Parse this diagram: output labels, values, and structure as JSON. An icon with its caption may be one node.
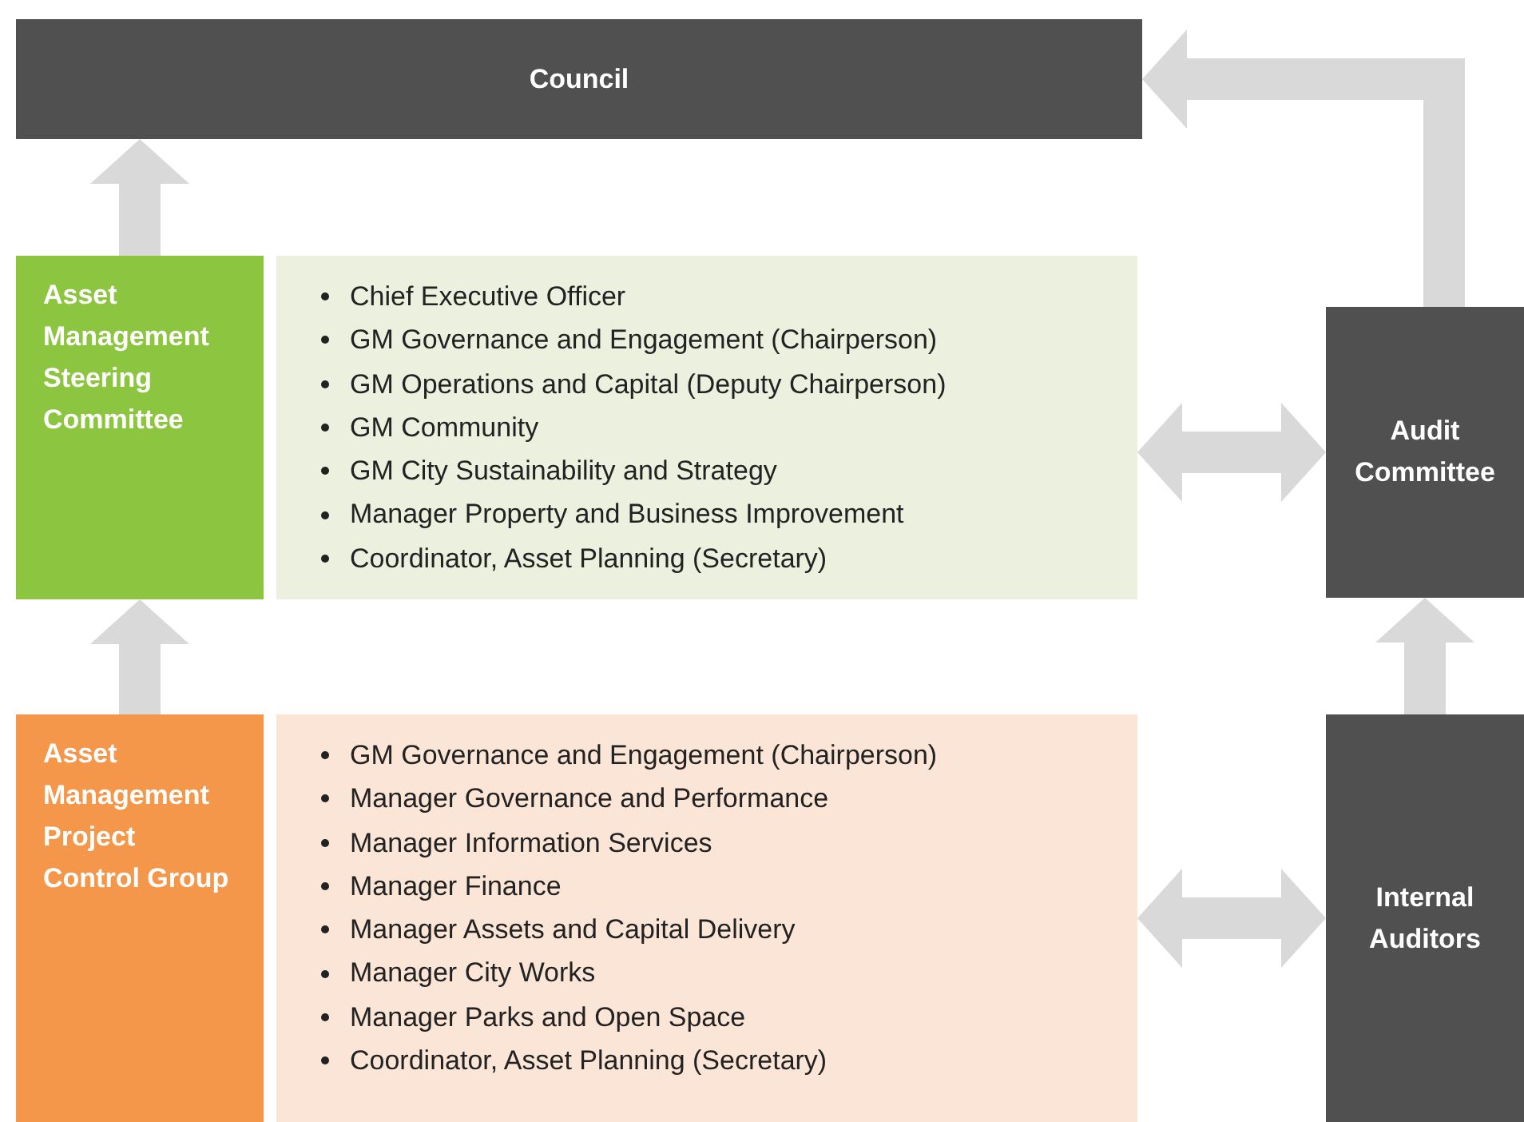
{
  "diagram": {
    "nodes": [
      {
        "text": [
          "Council"
        ]
      },
      {
        "text": [
          "Asset Management Steering Committee"
        ]
      },
      {
        "text": [
          "Chief Executive Officer",
          "GM Governance and Engagement (Chairperson)",
          "GM Operations and Capital (Deputy Chairperson)",
          "GM Community",
          "GM City Sustainability and Strategy",
          "Manager Property and Business Improvement",
          "Coordinator, Asset Planning (Secretary)"
        ]
      },
      {
        "text": [
          "Audit Committee"
        ]
      },
      {
        "text": [
          "Asset Management Project Control Group"
        ]
      },
      {
        "text": [
          "GM Governance and Engagement (Chairperson)",
          "Manager Governance and Performance",
          "Manager Information Services",
          "Manager Finance",
          "Manager Assets and Capital Delivery",
          "Manager City Works",
          "Manager Parks and Open Space",
          "Coordinator, Asset Planning (Secretary)"
        ]
      },
      {
        "text": [
          "Internal Auditors"
        ]
      }
    ],
    "edges": [
      {
        "from": 1,
        "to": 0,
        "arrow": "to"
      },
      {
        "from": 2,
        "to": 3,
        "arrow": "both"
      },
      {
        "from": 3,
        "to": 0,
        "arrow": "to"
      },
      {
        "from": 4,
        "to": 1,
        "arrow": "to"
      },
      {
        "from": 5,
        "to": 6,
        "arrow": "both"
      },
      {
        "from": 6,
        "to": 3,
        "arrow": "to"
      }
    ]
  }
}
